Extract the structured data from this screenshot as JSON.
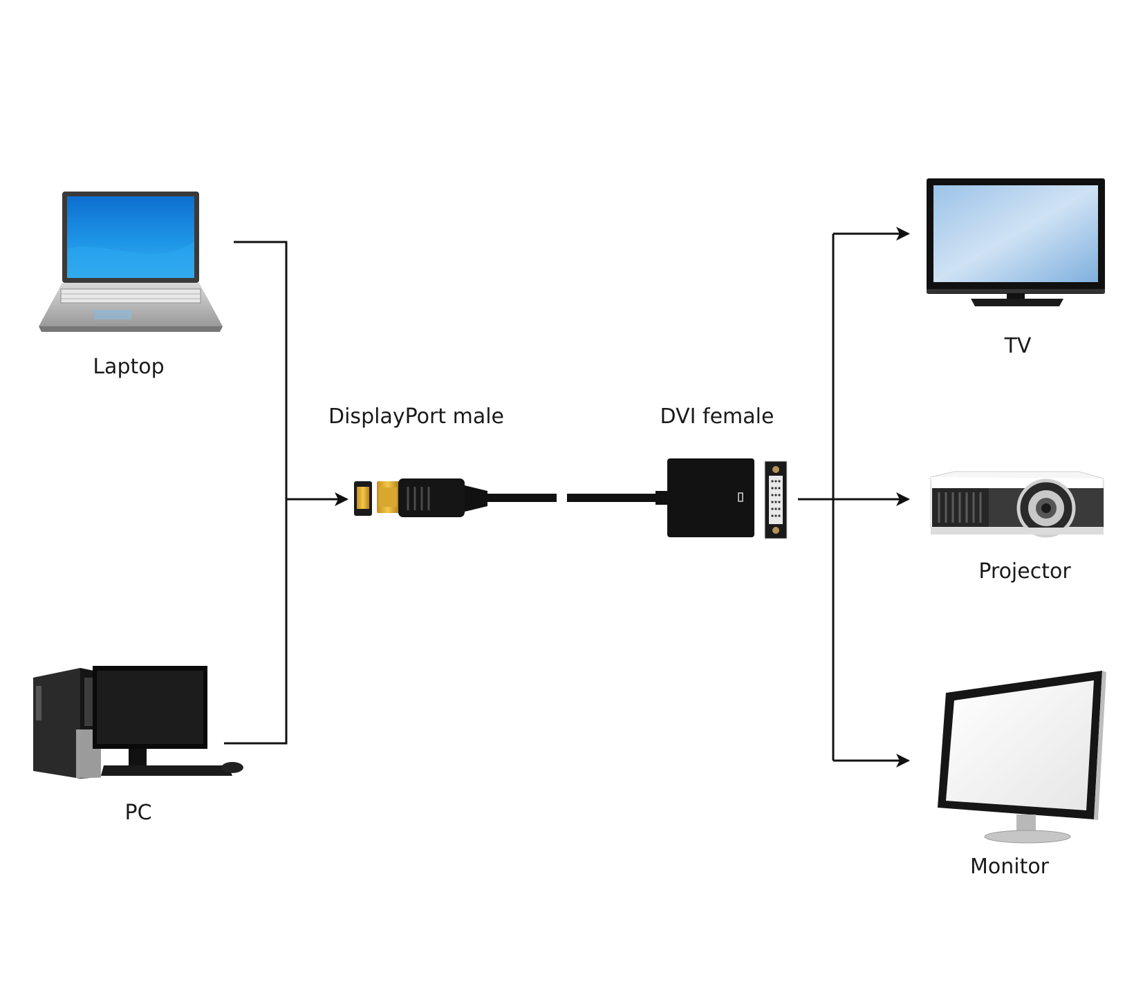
{
  "sources": [
    {
      "id": "laptop",
      "label": "Laptop",
      "icon": "laptop-icon"
    },
    {
      "id": "pc",
      "label": "PC",
      "icon": "desktop-pc-icon"
    }
  ],
  "adapter": {
    "input_label": "DisplayPort male",
    "output_label": "DVI female",
    "input_icon": "displayport-plug-icon",
    "output_icon": "dvi-socket-icon"
  },
  "targets": [
    {
      "id": "tv",
      "label": "TV",
      "icon": "tv-icon"
    },
    {
      "id": "projector",
      "label": "Projector",
      "icon": "projector-icon"
    },
    {
      "id": "monitor",
      "label": "Monitor",
      "icon": "monitor-icon"
    }
  ],
  "colors": {
    "line": "#111111",
    "screen_blue": "#1f86d6",
    "gold": "#e0b020"
  }
}
